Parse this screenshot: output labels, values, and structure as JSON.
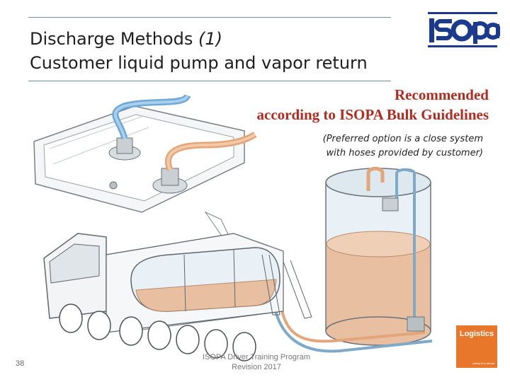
{
  "slide": {
    "title_line1_main": "Discharge Methods ",
    "title_line1_italic": "(1)",
    "title_line2": "Customer liquid pump and vapor return",
    "recommended_line1": "Recommended",
    "recommended_line2": "according to ISOPA Bulk Guidelines",
    "note_line1": "(Preferred option is a close system",
    "note_line2": "with hoses provided by customer)",
    "page_number": "38",
    "footer_line1": "ISOPA Driver Training Program",
    "footer_line2": "Revision 2017"
  },
  "logo": {
    "label": "ISOPA",
    "icon": "isopa-logo"
  },
  "badge": {
    "label": "Logistics",
    "subtext": "safety first ahead"
  },
  "colors": {
    "title": "#1e1e1e",
    "recommended": "#b52a1e",
    "rule": "#6d8fa6",
    "liquid": "#e8bfa0",
    "badge": "#e8762b",
    "logo": "#1b3a8e"
  }
}
